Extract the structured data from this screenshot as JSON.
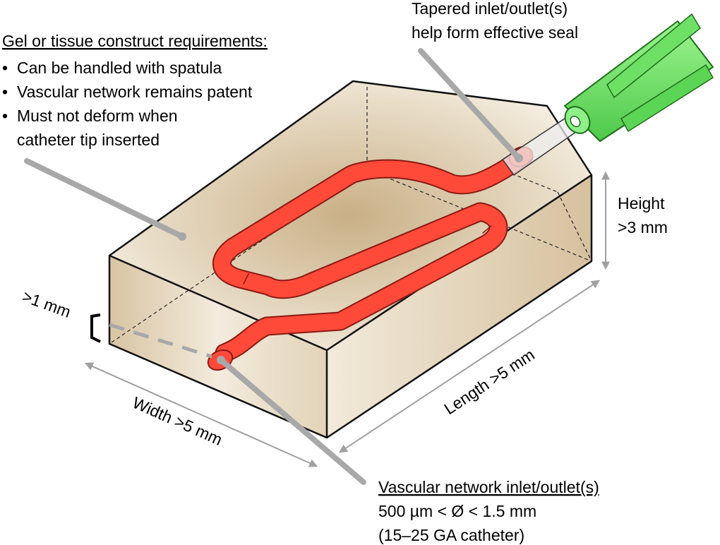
{
  "gel_requirements": {
    "title": "Gel or tissue construct requirements:",
    "bullets": [
      "Can be handled with spatula",
      "Vascular network remains patent",
      "Must not deform when",
      "catheter tip inserted"
    ],
    "bullet_glyph": "•"
  },
  "tapered": {
    "line1": "Tapered inlet/outlet(s)",
    "line2": "help form effective seal"
  },
  "height": {
    "line1": "Height",
    "line2": ">3 mm"
  },
  "length_label": "Length >5 mm",
  "width_label": "Width >5 mm",
  "depth_label": ">1 mm",
  "vascular": {
    "title": "Vascular network inlet/outlet(s)",
    "line2": "500 µm < Ø < 1.5 mm",
    "line3": "(15–25 GA catheter)"
  },
  "colors": {
    "gel": "#e6d7bf",
    "vessel": "#ff4a3a",
    "catheter_hub": "#72e86c",
    "callout_line": "#a8a8a8",
    "dimension_line": "#a0a0a0"
  }
}
